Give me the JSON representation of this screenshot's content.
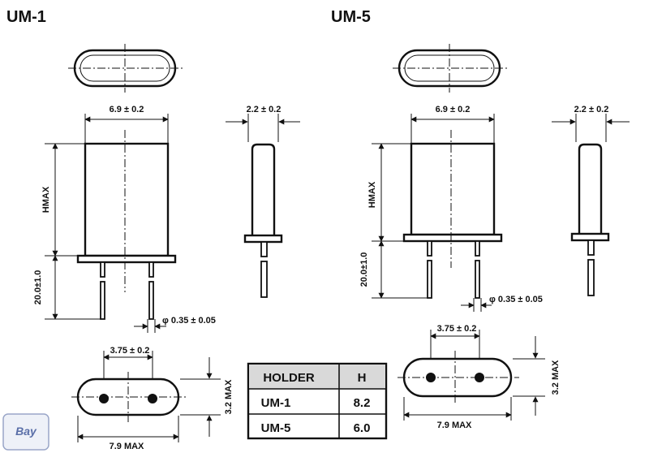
{
  "titles": {
    "um1": "UM-1",
    "um5": "UM-5"
  },
  "dims": {
    "um1_width": "6.9 ± 0.2",
    "um1_thickness": "2.2 ± 0.2",
    "um1_height": "HMAX",
    "um1_lead_length": "20.0±1.0",
    "um1_lead_dia": "φ 0.35 ± 0.05",
    "um1_pitch": "3.75 ± 0.2",
    "um1_base_h": "3.2 MAX",
    "um1_base_w": "7.9 MAX",
    "um5_width": "6.9 ± 0.2",
    "um5_thickness": "2.2 ± 0.2",
    "um5_height": "HMAX",
    "um5_lead_length": "20.0±1.0",
    "um5_lead_dia": "φ 0.35 ± 0.05",
    "um5_pitch": "3.75 ± 0.2",
    "um5_base_h": "3.2 MAX",
    "um5_base_w": "7.9 MAX"
  },
  "table": {
    "headers": [
      "HOLDER",
      "H"
    ],
    "rows": [
      [
        "UM-1",
        "8.2"
      ],
      [
        "UM-5",
        "6.0"
      ]
    ],
    "header_bg": "#d9d9d9"
  },
  "logo": {
    "text": "Bay",
    "icon": "bay-logo-icon"
  }
}
